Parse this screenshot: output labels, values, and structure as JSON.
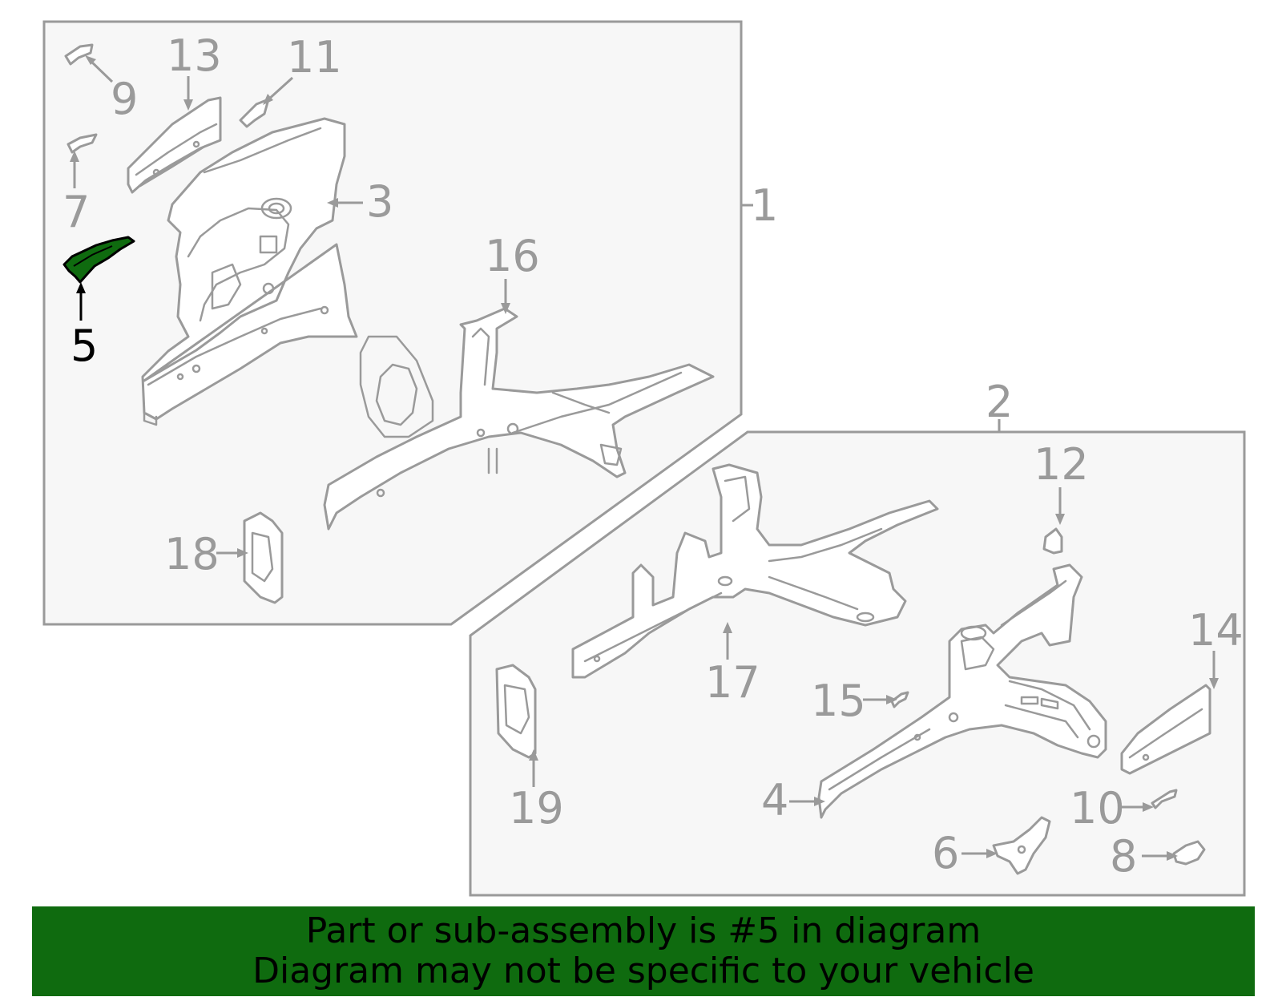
{
  "diagram": {
    "colors": {
      "line": "#9a9a9a",
      "panel_fill": "#f7f7f7",
      "highlight": "#0f6b0f",
      "active_label": "#000000"
    },
    "highlighted_part": "5",
    "callouts": {
      "c1": "1",
      "c2": "2",
      "c3": "3",
      "c4": "4",
      "c5": "5",
      "c6": "6",
      "c7": "7",
      "c8": "8",
      "c9": "9",
      "c10": "10",
      "c11": "11",
      "c12": "12",
      "c13": "13",
      "c14": "14",
      "c15": "15",
      "c16": "16",
      "c17": "17",
      "c18": "18",
      "c19": "19"
    }
  },
  "banner": {
    "line1": "Part or sub-assembly is #5 in diagram",
    "line2": "Diagram may not be specific to your vehicle"
  }
}
